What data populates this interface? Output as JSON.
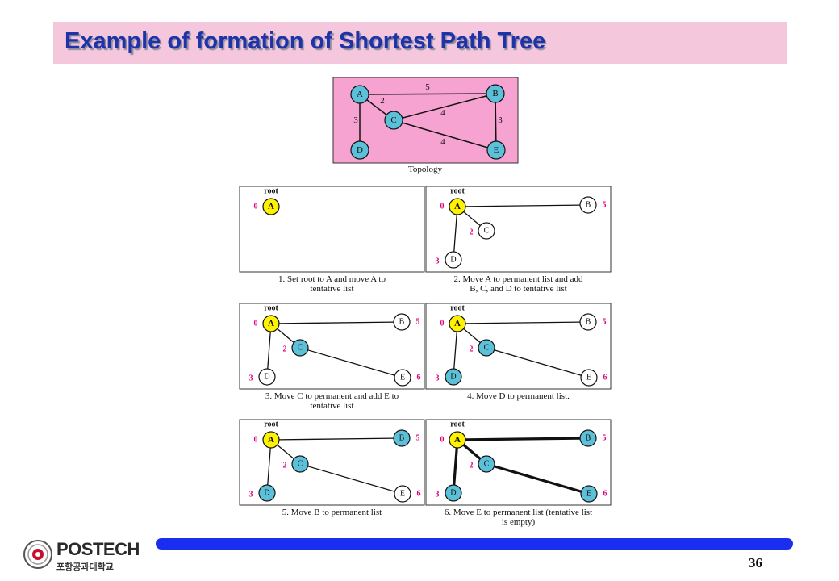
{
  "slide": {
    "title": "Example of formation of Shortest Path Tree",
    "page_number": "36"
  },
  "logo": {
    "name": "POSTECH",
    "subtitle": "포항공과대학교"
  },
  "topology": {
    "caption": "Topology",
    "background": "#f7a3d1",
    "nodes": [
      "A",
      "B",
      "C",
      "D",
      "E"
    ],
    "edges": [
      {
        "from": "A",
        "to": "B",
        "weight": "5"
      },
      {
        "from": "A",
        "to": "C",
        "weight": "2"
      },
      {
        "from": "A",
        "to": "D",
        "weight": "3"
      },
      {
        "from": "C",
        "to": "B",
        "weight": "4"
      },
      {
        "from": "B",
        "to": "E",
        "weight": "3"
      },
      {
        "from": "C",
        "to": "E",
        "weight": "4"
      }
    ]
  },
  "colors": {
    "root": "#fff200",
    "permanent": "#5bc0d8",
    "tentative": "#ffffff",
    "distance": "#e0007a",
    "title": "#1f33a8",
    "footer_bar": "#1a2ef0"
  },
  "steps": [
    {
      "root_label": "root",
      "caption": [
        "1. Set root to A and move A to",
        "tentative list"
      ],
      "nodes": [
        {
          "id": "A",
          "state": "root",
          "dist": "0"
        }
      ],
      "edges": []
    },
    {
      "root_label": "root",
      "caption": [
        "2. Move A to permanent list and add",
        "B, C, and D to tentative list"
      ],
      "nodes": [
        {
          "id": "A",
          "state": "root",
          "dist": "0"
        },
        {
          "id": "B",
          "state": "tentative",
          "dist": "5"
        },
        {
          "id": "C",
          "state": "tentative",
          "dist": "2"
        },
        {
          "id": "D",
          "state": "tentative",
          "dist": "3"
        }
      ],
      "edges": [
        {
          "from": "A",
          "to": "B",
          "bold": false
        },
        {
          "from": "A",
          "to": "C",
          "bold": false
        },
        {
          "from": "A",
          "to": "D",
          "bold": false
        }
      ]
    },
    {
      "root_label": "root",
      "caption": [
        "3. Move C to permanent and add E to",
        "tentative list"
      ],
      "nodes": [
        {
          "id": "A",
          "state": "root",
          "dist": "0"
        },
        {
          "id": "B",
          "state": "tentative",
          "dist": "5"
        },
        {
          "id": "C",
          "state": "permanent",
          "dist": "2"
        },
        {
          "id": "D",
          "state": "tentative",
          "dist": "3"
        },
        {
          "id": "E",
          "state": "tentative",
          "dist": "6"
        }
      ],
      "edges": [
        {
          "from": "A",
          "to": "B",
          "bold": false
        },
        {
          "from": "A",
          "to": "C",
          "bold": false
        },
        {
          "from": "A",
          "to": "D",
          "bold": false
        },
        {
          "from": "C",
          "to": "E",
          "bold": false
        }
      ]
    },
    {
      "root_label": "root",
      "caption": [
        "4.  Move D to permanent list."
      ],
      "nodes": [
        {
          "id": "A",
          "state": "root",
          "dist": "0"
        },
        {
          "id": "B",
          "state": "tentative",
          "dist": "5"
        },
        {
          "id": "C",
          "state": "permanent",
          "dist": "2"
        },
        {
          "id": "D",
          "state": "permanent",
          "dist": "3"
        },
        {
          "id": "E",
          "state": "tentative",
          "dist": "6"
        }
      ],
      "edges": [
        {
          "from": "A",
          "to": "B",
          "bold": false
        },
        {
          "from": "A",
          "to": "C",
          "bold": false
        },
        {
          "from": "A",
          "to": "D",
          "bold": false
        },
        {
          "from": "C",
          "to": "E",
          "bold": false
        }
      ]
    },
    {
      "root_label": "root",
      "caption": [
        "5.  Move B to permanent list"
      ],
      "nodes": [
        {
          "id": "A",
          "state": "root",
          "dist": "0"
        },
        {
          "id": "B",
          "state": "permanent",
          "dist": "5"
        },
        {
          "id": "C",
          "state": "permanent",
          "dist": "2"
        },
        {
          "id": "D",
          "state": "permanent",
          "dist": "3"
        },
        {
          "id": "E",
          "state": "tentative",
          "dist": "6"
        }
      ],
      "edges": [
        {
          "from": "A",
          "to": "B",
          "bold": false
        },
        {
          "from": "A",
          "to": "C",
          "bold": false
        },
        {
          "from": "A",
          "to": "D",
          "bold": false
        },
        {
          "from": "C",
          "to": "E",
          "bold": false
        }
      ]
    },
    {
      "root_label": "root",
      "caption": [
        "6.  Move E to permanent list (tentative list",
        "is empty)"
      ],
      "nodes": [
        {
          "id": "A",
          "state": "root",
          "dist": "0"
        },
        {
          "id": "B",
          "state": "permanent",
          "dist": "5"
        },
        {
          "id": "C",
          "state": "permanent",
          "dist": "2"
        },
        {
          "id": "D",
          "state": "permanent",
          "dist": "3"
        },
        {
          "id": "E",
          "state": "permanent",
          "dist": "6"
        }
      ],
      "edges": [
        {
          "from": "A",
          "to": "B",
          "bold": true
        },
        {
          "from": "A",
          "to": "C",
          "bold": true
        },
        {
          "from": "A",
          "to": "D",
          "bold": true
        },
        {
          "from": "C",
          "to": "E",
          "bold": true
        }
      ]
    }
  ]
}
